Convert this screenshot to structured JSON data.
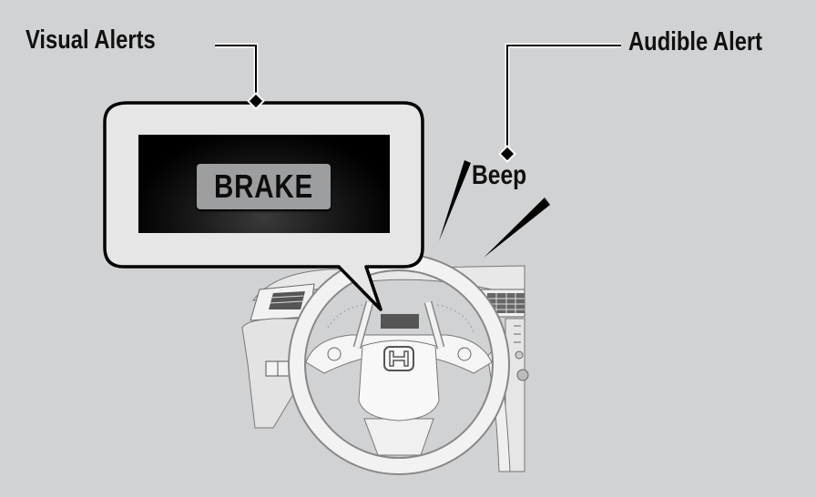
{
  "labels": {
    "visual_alerts": "Visual Alerts",
    "audible_alert": "Audible Alert",
    "beep": "Beep"
  },
  "display": {
    "warning_text": "BRAKE"
  },
  "illustration": {
    "subject": "steering-wheel-dashboard",
    "emblem": "honda-logo"
  },
  "colors": {
    "background": "#d1d2d4",
    "callout_fill": "#e6e6e6",
    "screen": "#000000",
    "badge": "#9d9ea0",
    "text": "#111111"
  }
}
